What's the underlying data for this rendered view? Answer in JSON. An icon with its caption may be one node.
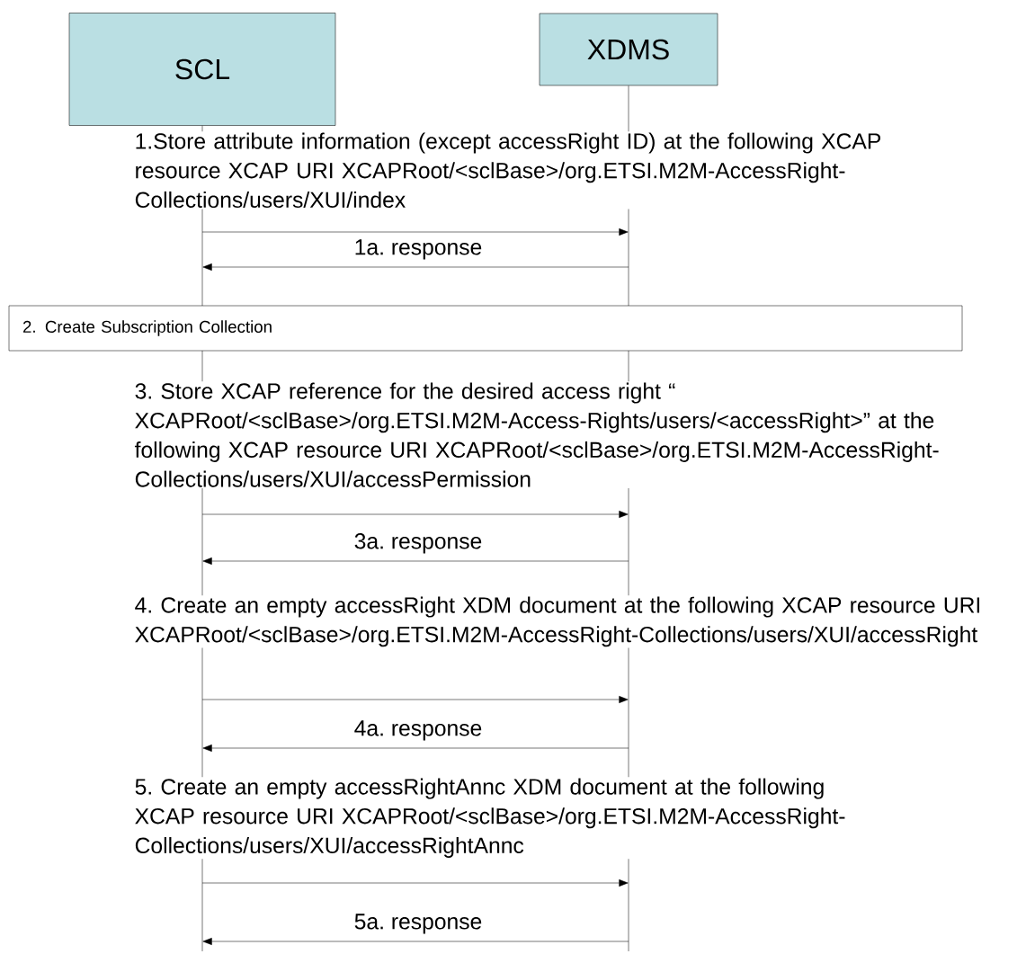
{
  "diagram": {
    "nodes": [
      {
        "text": [
          "SCL"
        ]
      },
      {
        "text": [
          "XDMS"
        ]
      },
      {
        "text": [
          "2. Create Subscription Collection"
        ]
      }
    ],
    "edges": [
      {
        "from": 0,
        "to": 1,
        "arrow": "to",
        "label": "1.Store attribute information (except accessRight ID) at the following XCAP resource XCAP URI XCAPRoot/<sclBase>/org.ETSI.M2M-AccessRight-Collections/users/XUI/index"
      },
      {
        "from": 1,
        "to": 0,
        "arrow": "to",
        "label": "1a. response"
      },
      {
        "from": 0,
        "to": 1,
        "arrow": "to",
        "label": "3. Store XCAP reference for the desired access right “ XCAPRoot/<sclBase>/org.ETSI.M2M-Access-Rights/users/<accessRight>” at the following XCAP resource URI XCAPRoot/<sclBase>/org.ETSI.M2M-AccessRight-Collections/users/XUI/accessPermission"
      },
      {
        "from": 1,
        "to": 0,
        "arrow": "to",
        "label": "3a. response"
      },
      {
        "from": 0,
        "to": 1,
        "arrow": "to",
        "label": "4. Create an empty accessRight XDM document at the following XCAP resource URI XCAPRoot/<sclBase>/org.ETSI.M2M-AccessRight-Collections/users/XUI/accessRight"
      },
      {
        "from": 1,
        "to": 0,
        "arrow": "to",
        "label": "4a. response"
      },
      {
        "from": 0,
        "to": 1,
        "arrow": "to",
        "label": "5. Create an empty accessRightAnnc XDM document at the following XCAP resource URI XCAPRoot/<sclBase>/org.ETSI.M2M-AccessRight-Collections/users/XUI/accessRightAnnc"
      },
      {
        "from": 1,
        "to": 0,
        "arrow": "to",
        "label": "5a. response"
      }
    ]
  }
}
